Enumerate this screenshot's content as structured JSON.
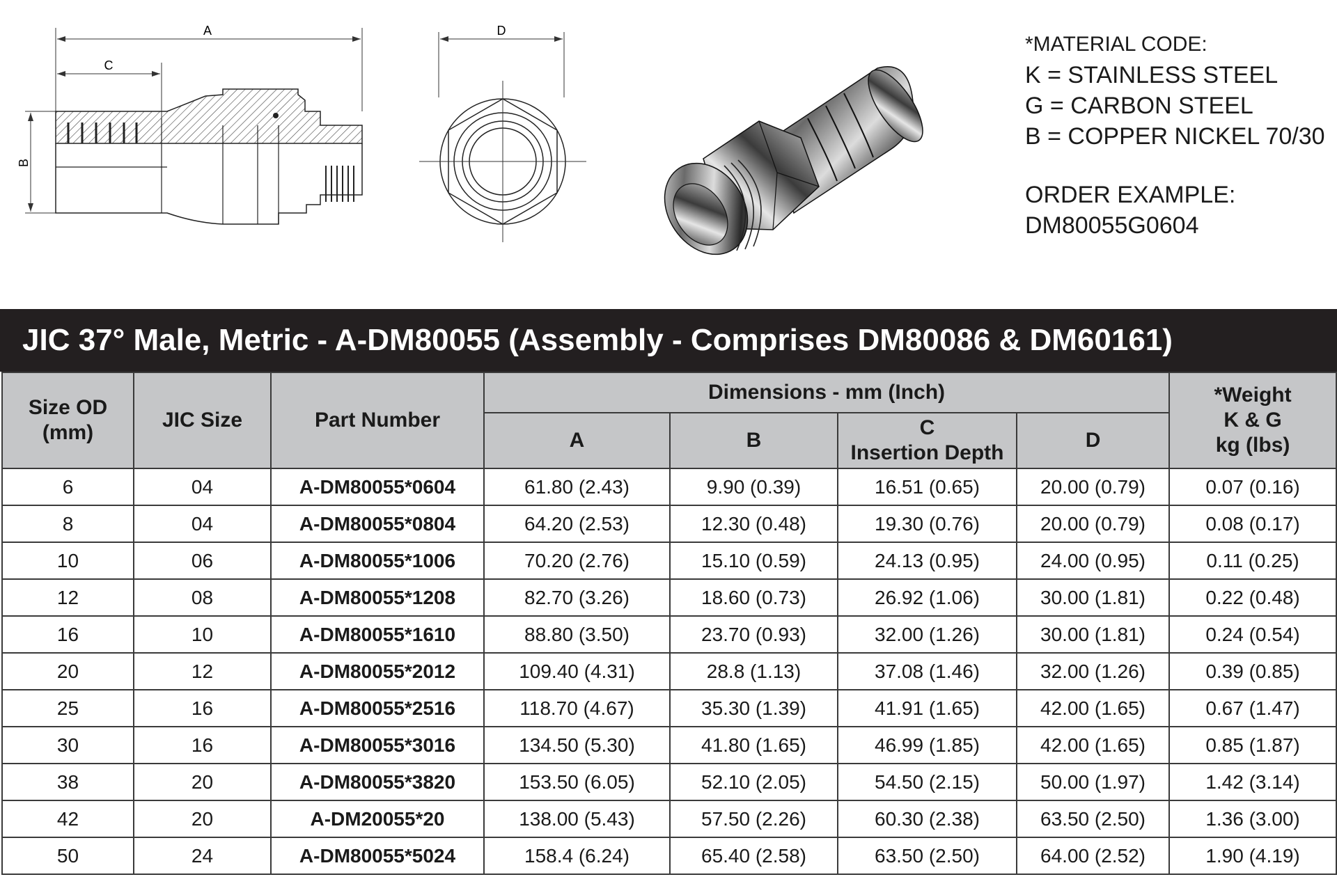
{
  "drawing_labels": {
    "dim_a": "A",
    "dim_b": "B",
    "dim_c": "C",
    "dim_d": "D"
  },
  "material_code": {
    "title": "*MATERIAL CODE:",
    "lines": [
      "K = STAINLESS STEEL",
      "G = CARBON STEEL",
      "B = COPPER NICKEL 70/30"
    ],
    "order_title": "ORDER EXAMPLE:",
    "order_value": "DM80055G0604"
  },
  "table_title": "JIC 37° Male, Metric - A-DM80055 (Assembly - Comprises DM80086 & DM60161)",
  "headers": {
    "size_od_1": "Size OD",
    "size_od_2": "(mm)",
    "jic_size": "JIC Size",
    "part_number": "Part Number",
    "dimensions": "Dimensions - mm (Inch)",
    "col_a": "A",
    "col_b": "B",
    "col_c_1": "C",
    "col_c_2": "Insertion Depth",
    "col_d": "D",
    "weight_1": "*Weight",
    "weight_2": "K & G",
    "weight_3": "kg (lbs)"
  },
  "rows": [
    {
      "size": "6",
      "jic": "04",
      "part": "A-DM80055*0604",
      "a": "61.80 (2.43)",
      "b": "9.90 (0.39)",
      "c": "16.51 (0.65)",
      "d": "20.00 (0.79)",
      "w": "0.07 (0.16)"
    },
    {
      "size": "8",
      "jic": "04",
      "part": "A-DM80055*0804",
      "a": "64.20 (2.53)",
      "b": "12.30 (0.48)",
      "c": "19.30 (0.76)",
      "d": "20.00 (0.79)",
      "w": "0.08 (0.17)"
    },
    {
      "size": "10",
      "jic": "06",
      "part": "A-DM80055*1006",
      "a": "70.20 (2.76)",
      "b": "15.10 (0.59)",
      "c": "24.13 (0.95)",
      "d": "24.00 (0.95)",
      "w": "0.11 (0.25)"
    },
    {
      "size": "12",
      "jic": "08",
      "part": "A-DM80055*1208",
      "a": "82.70 (3.26)",
      "b": "18.60 (0.73)",
      "c": "26.92 (1.06)",
      "d": "30.00 (1.81)",
      "w": "0.22 (0.48)"
    },
    {
      "size": "16",
      "jic": "10",
      "part": "A-DM80055*1610",
      "a": "88.80 (3.50)",
      "b": "23.70 (0.93)",
      "c": "32.00 (1.26)",
      "d": "30.00 (1.81)",
      "w": "0.24 (0.54)"
    },
    {
      "size": "20",
      "jic": "12",
      "part": "A-DM80055*2012",
      "a": "109.40 (4.31)",
      "b": "28.8 (1.13)",
      "c": "37.08 (1.46)",
      "d": "32.00 (1.26)",
      "w": "0.39 (0.85)"
    },
    {
      "size": "25",
      "jic": "16",
      "part": "A-DM80055*2516",
      "a": "118.70 (4.67)",
      "b": "35.30 (1.39)",
      "c": "41.91 (1.65)",
      "d": "42.00 (1.65)",
      "w": "0.67 (1.47)"
    },
    {
      "size": "30",
      "jic": "16",
      "part": "A-DM80055*3016",
      "a": "134.50 (5.30)",
      "b": "41.80 (1.65)",
      "c": "46.99 (1.85)",
      "d": "42.00 (1.65)",
      "w": "0.85 (1.87)"
    },
    {
      "size": "38",
      "jic": "20",
      "part": "A-DM80055*3820",
      "a": "153.50 (6.05)",
      "b": "52.10 (2.05)",
      "c": "54.50 (2.15)",
      "d": "50.00 (1.97)",
      "w": "1.42 (3.14)"
    },
    {
      "size": "42",
      "jic": "20",
      "part": "A-DM20055*20",
      "a": "138.00 (5.43)",
      "b": "57.50 (2.26)",
      "c": "60.30 (2.38)",
      "d": "63.50 (2.50)",
      "w": "1.36 (3.00)"
    },
    {
      "size": "50",
      "jic": "24",
      "part": "A-DM80055*5024",
      "a": "158.4 (6.24)",
      "b": "65.40 (2.58)",
      "c": "63.50 (2.50)",
      "d": "64.00 (2.52)",
      "w": "1.90 (4.19)"
    }
  ]
}
